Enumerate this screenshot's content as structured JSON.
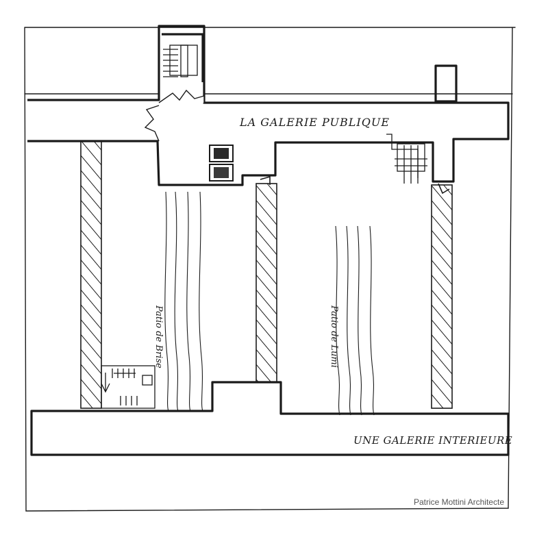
{
  "labels": {
    "galerie_publique": "LA GALERIE PUBLIQUE",
    "galerie_interieure": "UNE GALERIE INTERIEURE",
    "patio_left": "Patio de Brise",
    "patio_right": "Patio de Lumi"
  },
  "credit": "Patrice Mottini Architecte",
  "colors": {
    "ink": "#1a1a1a",
    "paper": "#ffffff",
    "credit": "#555555"
  }
}
